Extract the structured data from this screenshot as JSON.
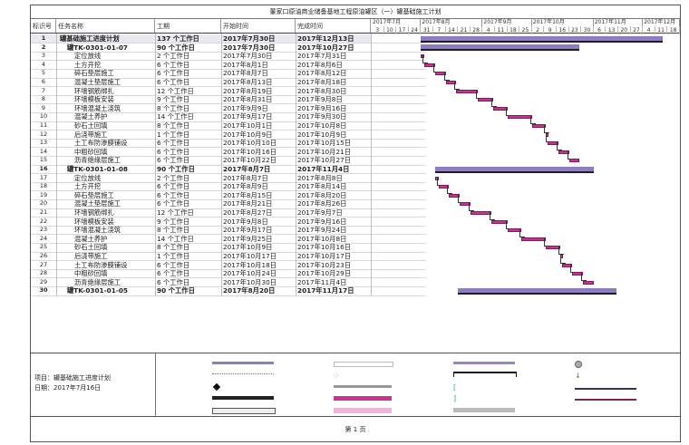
{
  "title": "董家口原油商业储备基地工程原油罐区（一）罐基础施工计划",
  "columns": {
    "id": "标识号",
    "name": "任务名称",
    "duration": "工期",
    "start": "开始时间",
    "finish": "完成时间"
  },
  "timeline": {
    "months": [
      "2017年7月",
      "2017年8月",
      "2017年9月",
      "2017年10月",
      "2017年11月",
      "2017年12月"
    ],
    "days": [
      "3",
      "10",
      "17",
      "24",
      "31",
      "7",
      "14",
      "21",
      "28",
      "4",
      "11",
      "18",
      "25",
      "2",
      "9",
      "16",
      "23",
      "30",
      "6",
      "13",
      "20",
      "27",
      "4",
      "11",
      "18"
    ]
  },
  "tasks": [
    {
      "id": "1",
      "name": "罐基础施工进度计划",
      "duration": "137 个工作日",
      "start": "2017年7月30日",
      "finish": "2017年12月13日",
      "summary": true,
      "indent": 0
    },
    {
      "id": "2",
      "name": "罐TK-0301-01-07",
      "duration": "90 个工作日",
      "start": "2017年7月30日",
      "finish": "2017年10月27日",
      "summary": true,
      "indent": 1
    },
    {
      "id": "3",
      "name": "定位放线",
      "duration": "2 个工作日",
      "start": "2017年7月30日",
      "finish": "2017年7月31日",
      "summary": false,
      "indent": 2
    },
    {
      "id": "4",
      "name": "土方开挖",
      "duration": "6 个工作日",
      "start": "2017年8月1日",
      "finish": "2017年8月6日",
      "summary": false,
      "indent": 2
    },
    {
      "id": "5",
      "name": "碎石垫层施工",
      "duration": "6 个工作日",
      "start": "2017年8月7日",
      "finish": "2017年8月12日",
      "summary": false,
      "indent": 2
    },
    {
      "id": "6",
      "name": "混凝土垫层施工",
      "duration": "6 个工作日",
      "start": "2017年8月13日",
      "finish": "2017年8月18日",
      "summary": false,
      "indent": 2
    },
    {
      "id": "7",
      "name": "环墙钢筋绑扎",
      "duration": "12 个工作日",
      "start": "2017年8月19日",
      "finish": "2017年8月30日",
      "summary": false,
      "indent": 2
    },
    {
      "id": "8",
      "name": "环墙模板安装",
      "duration": "9 个工作日",
      "start": "2017年8月31日",
      "finish": "2017年9月8日",
      "summary": false,
      "indent": 2
    },
    {
      "id": "9",
      "name": "环墙混凝土浇筑",
      "duration": "8 个工作日",
      "start": "2017年9月9日",
      "finish": "2017年9月16日",
      "summary": false,
      "indent": 2
    },
    {
      "id": "10",
      "name": "混凝土养护",
      "duration": "14 个工作日",
      "start": "2017年9月17日",
      "finish": "2017年9月30日",
      "summary": false,
      "indent": 2
    },
    {
      "id": "11",
      "name": "砂石土回填",
      "duration": "8 个工作日",
      "start": "2017年10月1日",
      "finish": "2017年10月8日",
      "summary": false,
      "indent": 2
    },
    {
      "id": "12",
      "name": "后浇带施工",
      "duration": "1 个工作日",
      "start": "2017年10月9日",
      "finish": "2017年10月9日",
      "summary": false,
      "indent": 2
    },
    {
      "id": "13",
      "name": "土工布防渗膜铺设",
      "duration": "6 个工作日",
      "start": "2017年10月10日",
      "finish": "2017年10月15日",
      "summary": false,
      "indent": 2
    },
    {
      "id": "14",
      "name": "中粗砂回填",
      "duration": "6 个工作日",
      "start": "2017年10月16日",
      "finish": "2017年10月21日",
      "summary": false,
      "indent": 2
    },
    {
      "id": "15",
      "name": "沥青绝缘层施工",
      "duration": "6 个工作日",
      "start": "2017年10月22日",
      "finish": "2017年10月27日",
      "summary": false,
      "indent": 2
    },
    {
      "id": "16",
      "name": "罐TK-0301-01-08",
      "duration": "90 个工作日",
      "start": "2017年8月7日",
      "finish": "2017年11月4日",
      "summary": true,
      "indent": 1
    },
    {
      "id": "17",
      "name": "定位放线",
      "duration": "2 个工作日",
      "start": "2017年8月7日",
      "finish": "2017年8月8日",
      "summary": false,
      "indent": 2
    },
    {
      "id": "18",
      "name": "土方开挖",
      "duration": "6 个工作日",
      "start": "2017年8月9日",
      "finish": "2017年8月14日",
      "summary": false,
      "indent": 2
    },
    {
      "id": "19",
      "name": "碎石垫层施工",
      "duration": "6 个工作日",
      "start": "2017年8月15日",
      "finish": "2017年8月20日",
      "summary": false,
      "indent": 2
    },
    {
      "id": "20",
      "name": "混凝土垫层施工",
      "duration": "6 个工作日",
      "start": "2017年8月21日",
      "finish": "2017年8月26日",
      "summary": false,
      "indent": 2
    },
    {
      "id": "21",
      "name": "环墙钢筋绑扎",
      "duration": "12 个工作日",
      "start": "2017年8月27日",
      "finish": "2017年9月7日",
      "summary": false,
      "indent": 2
    },
    {
      "id": "22",
      "name": "环墙模板安装",
      "duration": "9 个工作日",
      "start": "2017年9月8日",
      "finish": "2017年9月16日",
      "summary": false,
      "indent": 2
    },
    {
      "id": "23",
      "name": "环墙混凝土浇筑",
      "duration": "8 个工作日",
      "start": "2017年9月17日",
      "finish": "2017年9月24日",
      "summary": false,
      "indent": 2
    },
    {
      "id": "24",
      "name": "混凝土养护",
      "duration": "14 个工作日",
      "start": "2017年9月25日",
      "finish": "2017年10月8日",
      "summary": false,
      "indent": 2
    },
    {
      "id": "25",
      "name": "砂石土回填",
      "duration": "8 个工作日",
      "start": "2017年10月9日",
      "finish": "2017年10月16日",
      "summary": false,
      "indent": 2
    },
    {
      "id": "26",
      "name": "后浇带施工",
      "duration": "1 个工作日",
      "start": "2017年10月17日",
      "finish": "2017年10月17日",
      "summary": false,
      "indent": 2
    },
    {
      "id": "27",
      "name": "土工布防渗膜铺设",
      "duration": "6 个工作日",
      "start": "2017年10月18日",
      "finish": "2017年10月23日",
      "summary": false,
      "indent": 2
    },
    {
      "id": "28",
      "name": "中粗砂回填",
      "duration": "6 个工作日",
      "start": "2017年10月24日",
      "finish": "2017年10月29日",
      "summary": false,
      "indent": 2
    },
    {
      "id": "29",
      "name": "沥青绝缘层施工",
      "duration": "6 个工作日",
      "start": "2017年10月30日",
      "finish": "2017年11月4日",
      "summary": false,
      "indent": 2
    },
    {
      "id": "30",
      "name": "罐TK-0301-01-05",
      "duration": "90 个工作日",
      "start": "2017年8月20日",
      "finish": "2017年11月17日",
      "summary": true,
      "indent": 1
    }
  ],
  "legend": {
    "project_label": "项目：罐基础施工进度计划",
    "date_label": "日期：2017年7月16日"
  },
  "footer": {
    "page": "第 1 页"
  },
  "colors": {
    "task": "#c6358f",
    "summary": "#8e7cc3",
    "border": "#555555"
  }
}
